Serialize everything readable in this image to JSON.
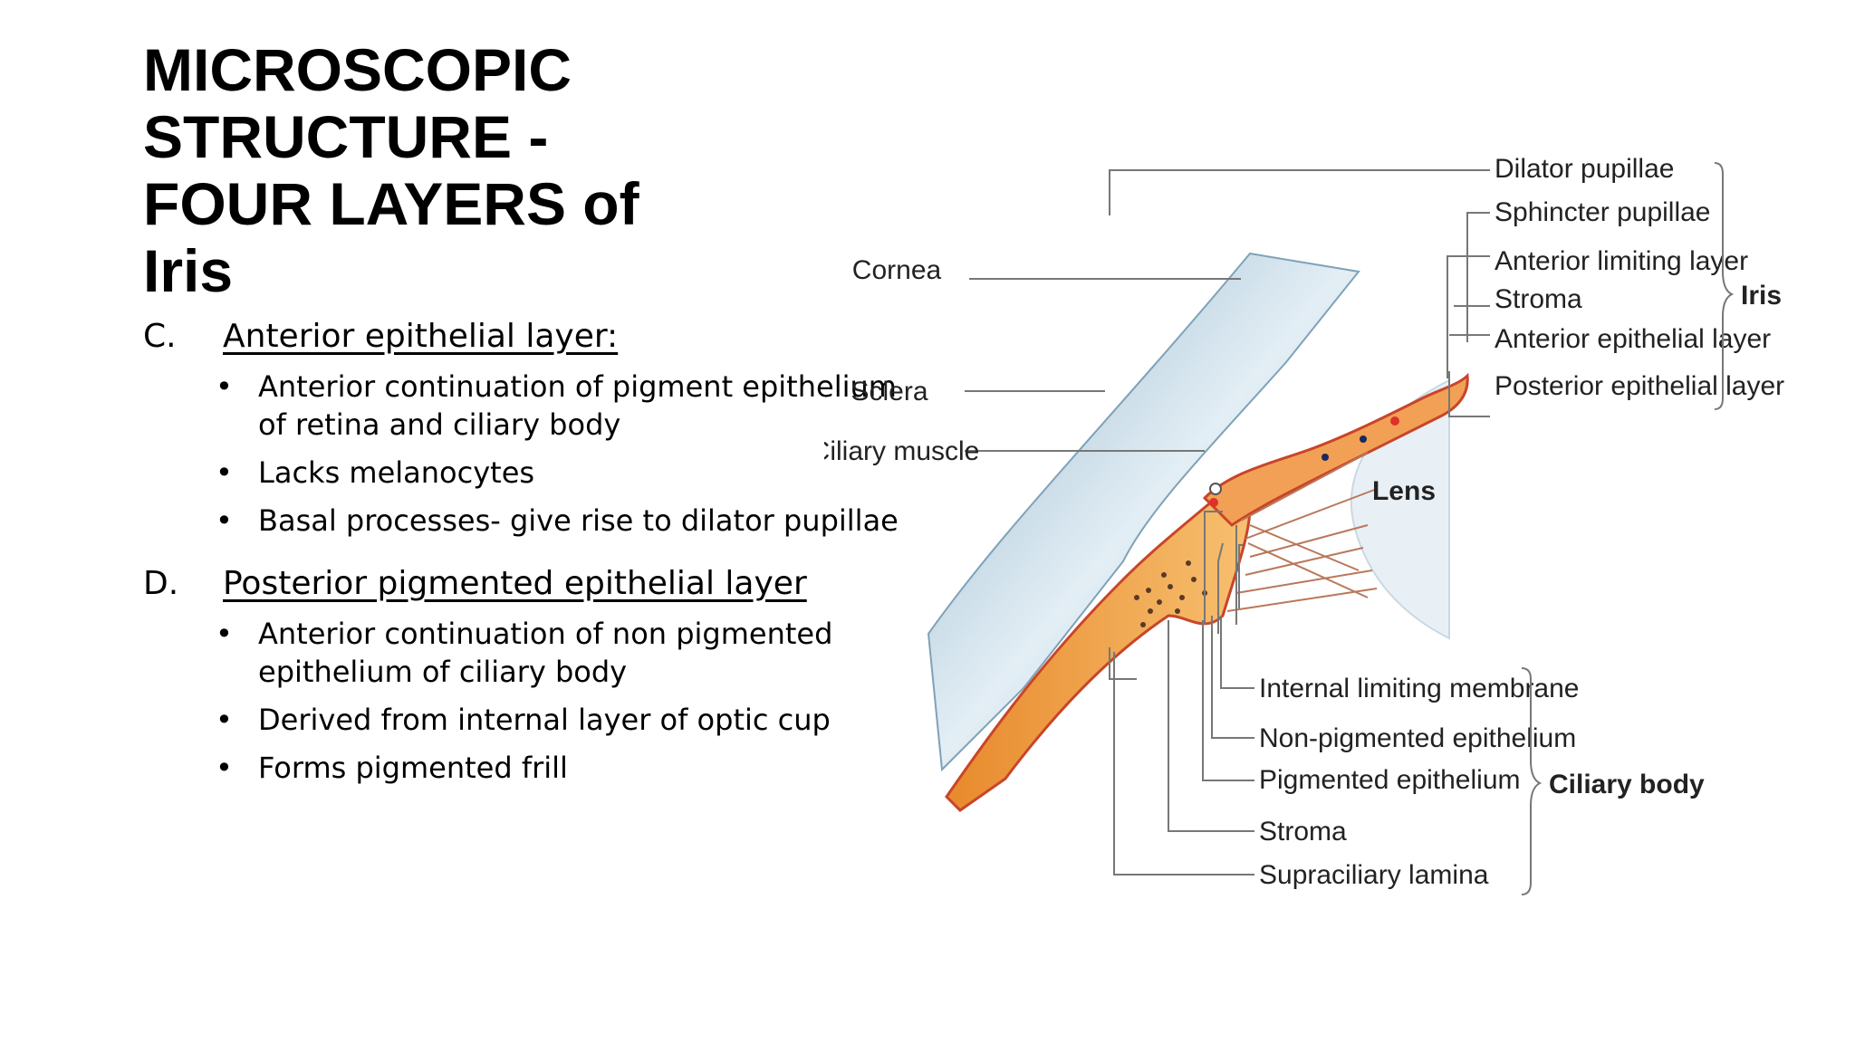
{
  "title": [
    "MICROSCOPIC",
    "STRUCTURE -",
    "FOUR LAYERS of",
    "Iris"
  ],
  "sections": [
    {
      "letter": "C.",
      "heading": "Anterior epithelial layer:",
      "bullets": [
        "Anterior continuation of pigment epithelium of retina and ciliary body",
        "Lacks melanocytes",
        "Basal processes- give rise to dilator pupillae"
      ]
    },
    {
      "letter": "D.",
      "heading": "Posterior pigmented epithelial layer",
      "bullets": [
        "Anterior continuation of non pigmented epithelium of ciliary body",
        "Derived from internal layer of optic cup",
        "Forms pigmented frill"
      ]
    }
  ],
  "figure": {
    "left_labels": {
      "cornea": "Cornea",
      "sclera": "Sclera",
      "ciliary_muscle": "Ciliary muscle"
    },
    "lens": "Lens",
    "iris_labels": [
      "Dilator pupillae",
      "Sphincter pupillae",
      "Anterior limiting layer",
      "Stroma",
      "Anterior epithelial layer",
      "Posterior epithelial layer"
    ],
    "iris_group": "Iris",
    "ciliary_labels": [
      "Internal limiting membrane",
      "Non-pigmented epithelium",
      "Pigmented epithelium",
      "Stroma",
      "Supraciliary lamina"
    ],
    "ciliary_group": "Ciliary body",
    "colors": {
      "cornea": "#bcd6e6",
      "tissue_orange": "#f0a850",
      "epithelium_red": "#c8452a",
      "label_line": "#777777"
    }
  }
}
